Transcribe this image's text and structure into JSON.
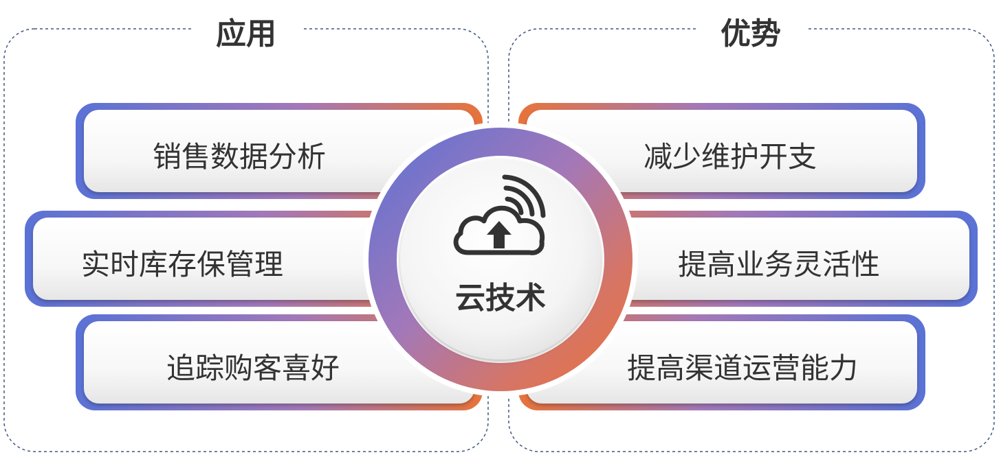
{
  "panels": {
    "left_title": "应用",
    "right_title": "优势"
  },
  "center": {
    "label": "云技术",
    "icon": "cloud-upload-signal-icon"
  },
  "applications": [
    "销售数据分析",
    "实时库存保管理",
    "追踪购客喜好"
  ],
  "advantages": [
    "减少维护开支",
    "提高业务灵活性",
    "提高渠道运营能力"
  ],
  "colors": {
    "blue": "#5a72d6",
    "purple": "#9a78c4",
    "pink": "#cc7b8e",
    "orange": "#e8733a",
    "text": "#333333",
    "dashed_border": "#3f5780"
  }
}
